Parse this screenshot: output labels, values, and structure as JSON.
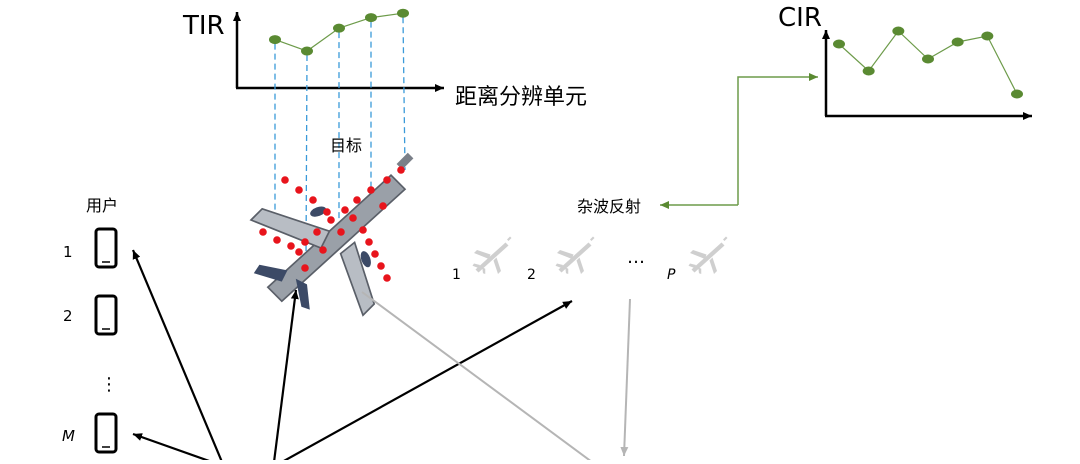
{
  "labels": {
    "tir": "TIR",
    "range_cell": "距离分辨单元",
    "target": "目标",
    "cir": "CIR",
    "clutter": "杂波反射",
    "users": "用户",
    "user_1": "1",
    "user_2": "2",
    "user_dots": "⋮",
    "user_m": "M",
    "clutter_1": "1",
    "clutter_2": "2",
    "clutter_dots": "…",
    "clutter_p": "P"
  },
  "colors": {
    "green_point": "#5a8a32",
    "green_line": "#6d9b4a",
    "dashed": "#3a9ad9",
    "arrow_black": "#000000",
    "arrow_gray": "#b5b5b5",
    "red_scatter": "#e8141c",
    "plane_gray": "#cfcfcf"
  },
  "chart_data": [
    {
      "type": "line",
      "ylabel": "TIR",
      "xlabel": "距离分辨单元",
      "x": [
        1,
        2,
        3,
        4,
        5
      ],
      "values": [
        0.55,
        0.42,
        0.68,
        0.8,
        0.85
      ],
      "ylim": [
        0,
        1
      ]
    },
    {
      "type": "line",
      "ylabel": "CIR",
      "xlabel": "",
      "x": [
        1,
        2,
        3,
        4,
        5,
        6,
        7
      ],
      "values": [
        0.72,
        0.45,
        0.85,
        0.57,
        0.74,
        0.8,
        0.22
      ],
      "ylim": [
        0,
        1
      ]
    }
  ],
  "icons": {
    "user_device": "phone-icon",
    "target": "airplane-icon",
    "clutter": "airplane-icon"
  }
}
